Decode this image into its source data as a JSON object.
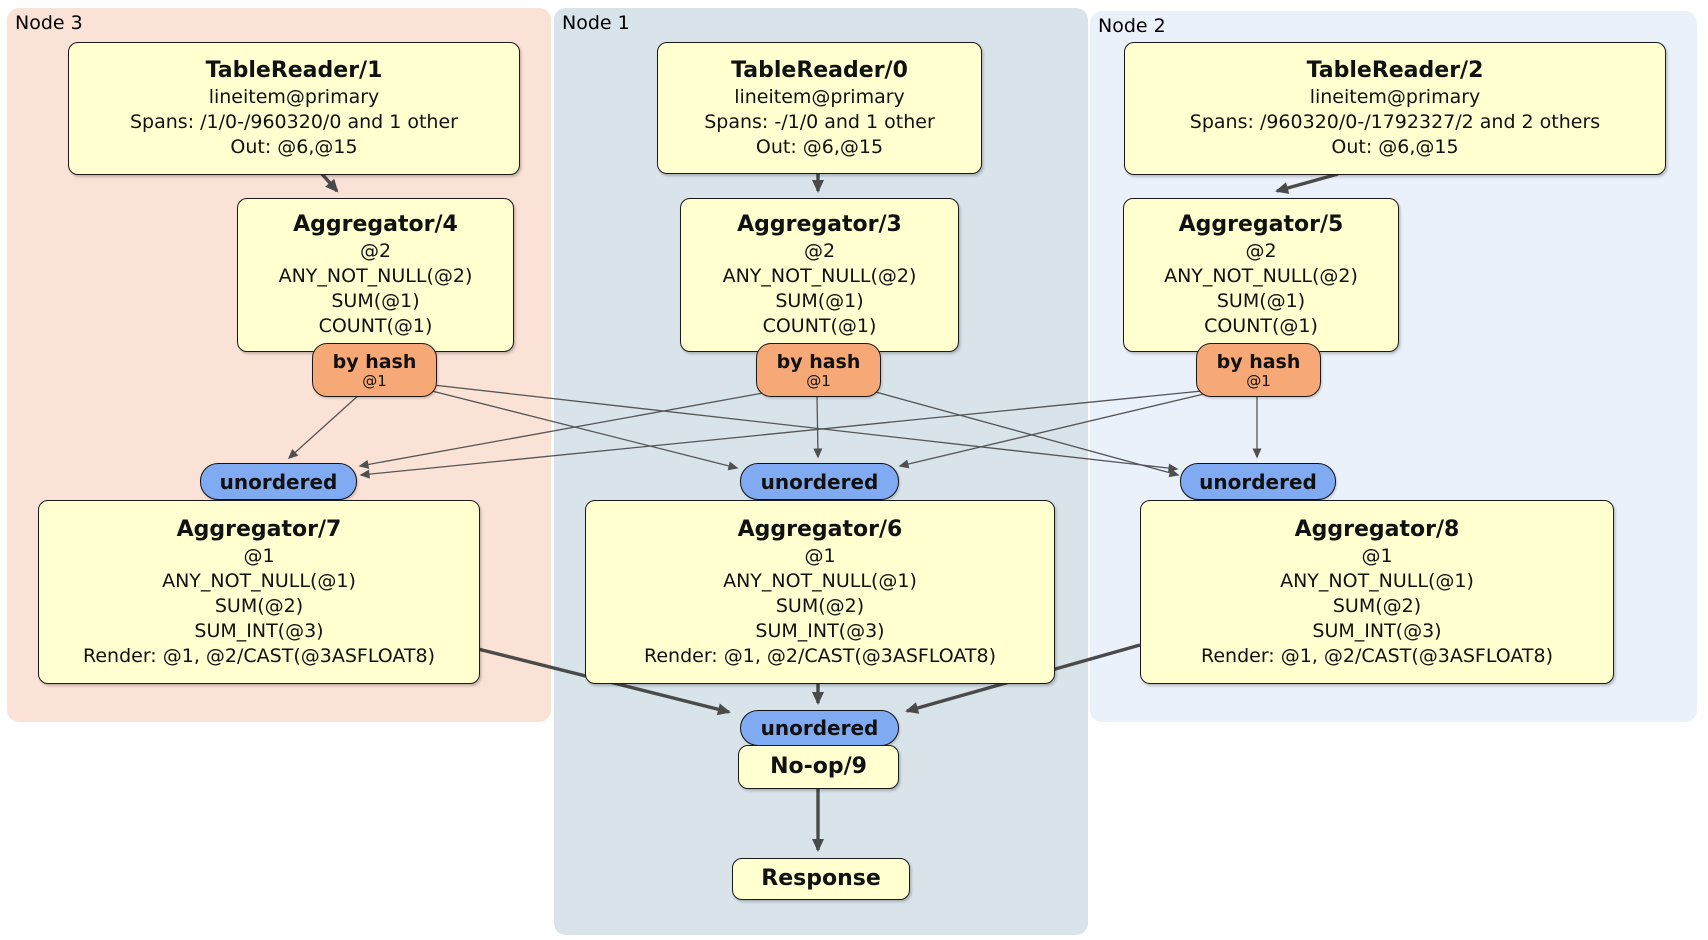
{
  "colors": {
    "node3_bg": "#fbe2d6",
    "node1_bg": "#d8e3ea",
    "node2_bg": "#ebf1fa",
    "box_bg": "#ffffd0",
    "router_bg": "#f7a877",
    "sync_bg": "#80aaf2",
    "edge": "#4a4a4a"
  },
  "regions": [
    {
      "label": "Node 3"
    },
    {
      "label": "Node 1"
    },
    {
      "label": "Node 2"
    }
  ],
  "nodes": {
    "tr1": {
      "title": "TableReader/1",
      "lines": [
        "lineitem@primary",
        "Spans: /1/0-/960320/0 and 1 other",
        "Out: @6,@15"
      ]
    },
    "tr0": {
      "title": "TableReader/0",
      "lines": [
        "lineitem@primary",
        "Spans: -/1/0 and 1 other",
        "Out: @6,@15"
      ]
    },
    "tr2": {
      "title": "TableReader/2",
      "lines": [
        "lineitem@primary",
        "Spans: /960320/0-/1792327/2 and 2 others",
        "Out: @6,@15"
      ]
    },
    "agg4": {
      "title": "Aggregator/4",
      "lines": [
        "@2",
        "ANY_NOT_NULL(@2)",
        "SUM(@1)",
        "COUNT(@1)"
      ]
    },
    "agg3": {
      "title": "Aggregator/3",
      "lines": [
        "@2",
        "ANY_NOT_NULL(@2)",
        "SUM(@1)",
        "COUNT(@1)"
      ]
    },
    "agg5": {
      "title": "Aggregator/5",
      "lines": [
        "@2",
        "ANY_NOT_NULL(@2)",
        "SUM(@1)",
        "COUNT(@1)"
      ]
    },
    "agg7": {
      "title": "Aggregator/7",
      "lines": [
        "@1",
        "ANY_NOT_NULL(@1)",
        "SUM(@2)",
        "SUM_INT(@3)",
        "Render: @1, @2/CAST(@3ASFLOAT8)"
      ]
    },
    "agg6": {
      "title": "Aggregator/6",
      "lines": [
        "@1",
        "ANY_NOT_NULL(@1)",
        "SUM(@2)",
        "SUM_INT(@3)",
        "Render: @1, @2/CAST(@3ASFLOAT8)"
      ]
    },
    "agg8": {
      "title": "Aggregator/8",
      "lines": [
        "@1",
        "ANY_NOT_NULL(@1)",
        "SUM(@2)",
        "SUM_INT(@3)",
        "Render: @1, @2/CAST(@3ASFLOAT8)"
      ]
    },
    "noop": {
      "title": "No-op/9"
    },
    "response": {
      "title": "Response"
    }
  },
  "routers": [
    {
      "label": "by hash",
      "detail": "@1"
    },
    {
      "label": "by hash",
      "detail": "@1"
    },
    {
      "label": "by hash",
      "detail": "@1"
    }
  ],
  "syncs": [
    {
      "label": "unordered"
    },
    {
      "label": "unordered"
    },
    {
      "label": "unordered"
    },
    {
      "label": "unordered"
    }
  ]
}
